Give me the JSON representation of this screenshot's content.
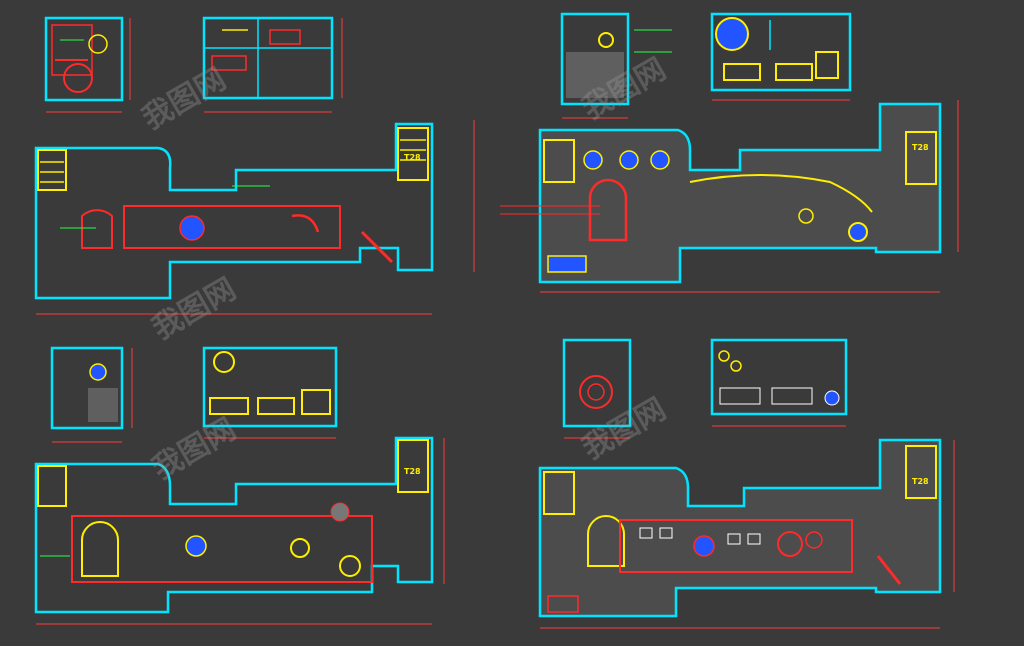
{
  "drawing": {
    "background": "#3a3a3a",
    "colors": {
      "wall": "#00e5ff",
      "furniture": "#ff2a2a",
      "annotation": "#22ff44",
      "highlight": "#ffee00",
      "fixture": "#2255ff",
      "hatch": "#6f6f6f",
      "dimension": "#ff3b3b",
      "stair": "#ffe600"
    },
    "plan_groups": [
      {
        "id": "group-top-left",
        "label": ""
      },
      {
        "id": "group-top-right",
        "label": ""
      },
      {
        "id": "group-bottom-left",
        "label": ""
      },
      {
        "id": "group-bottom-right",
        "label": ""
      }
    ],
    "elevator_labels": [
      "T28",
      "T28",
      "T28",
      "T28"
    ],
    "watermark": {
      "text": "我图网",
      "repeat": 5
    }
  }
}
